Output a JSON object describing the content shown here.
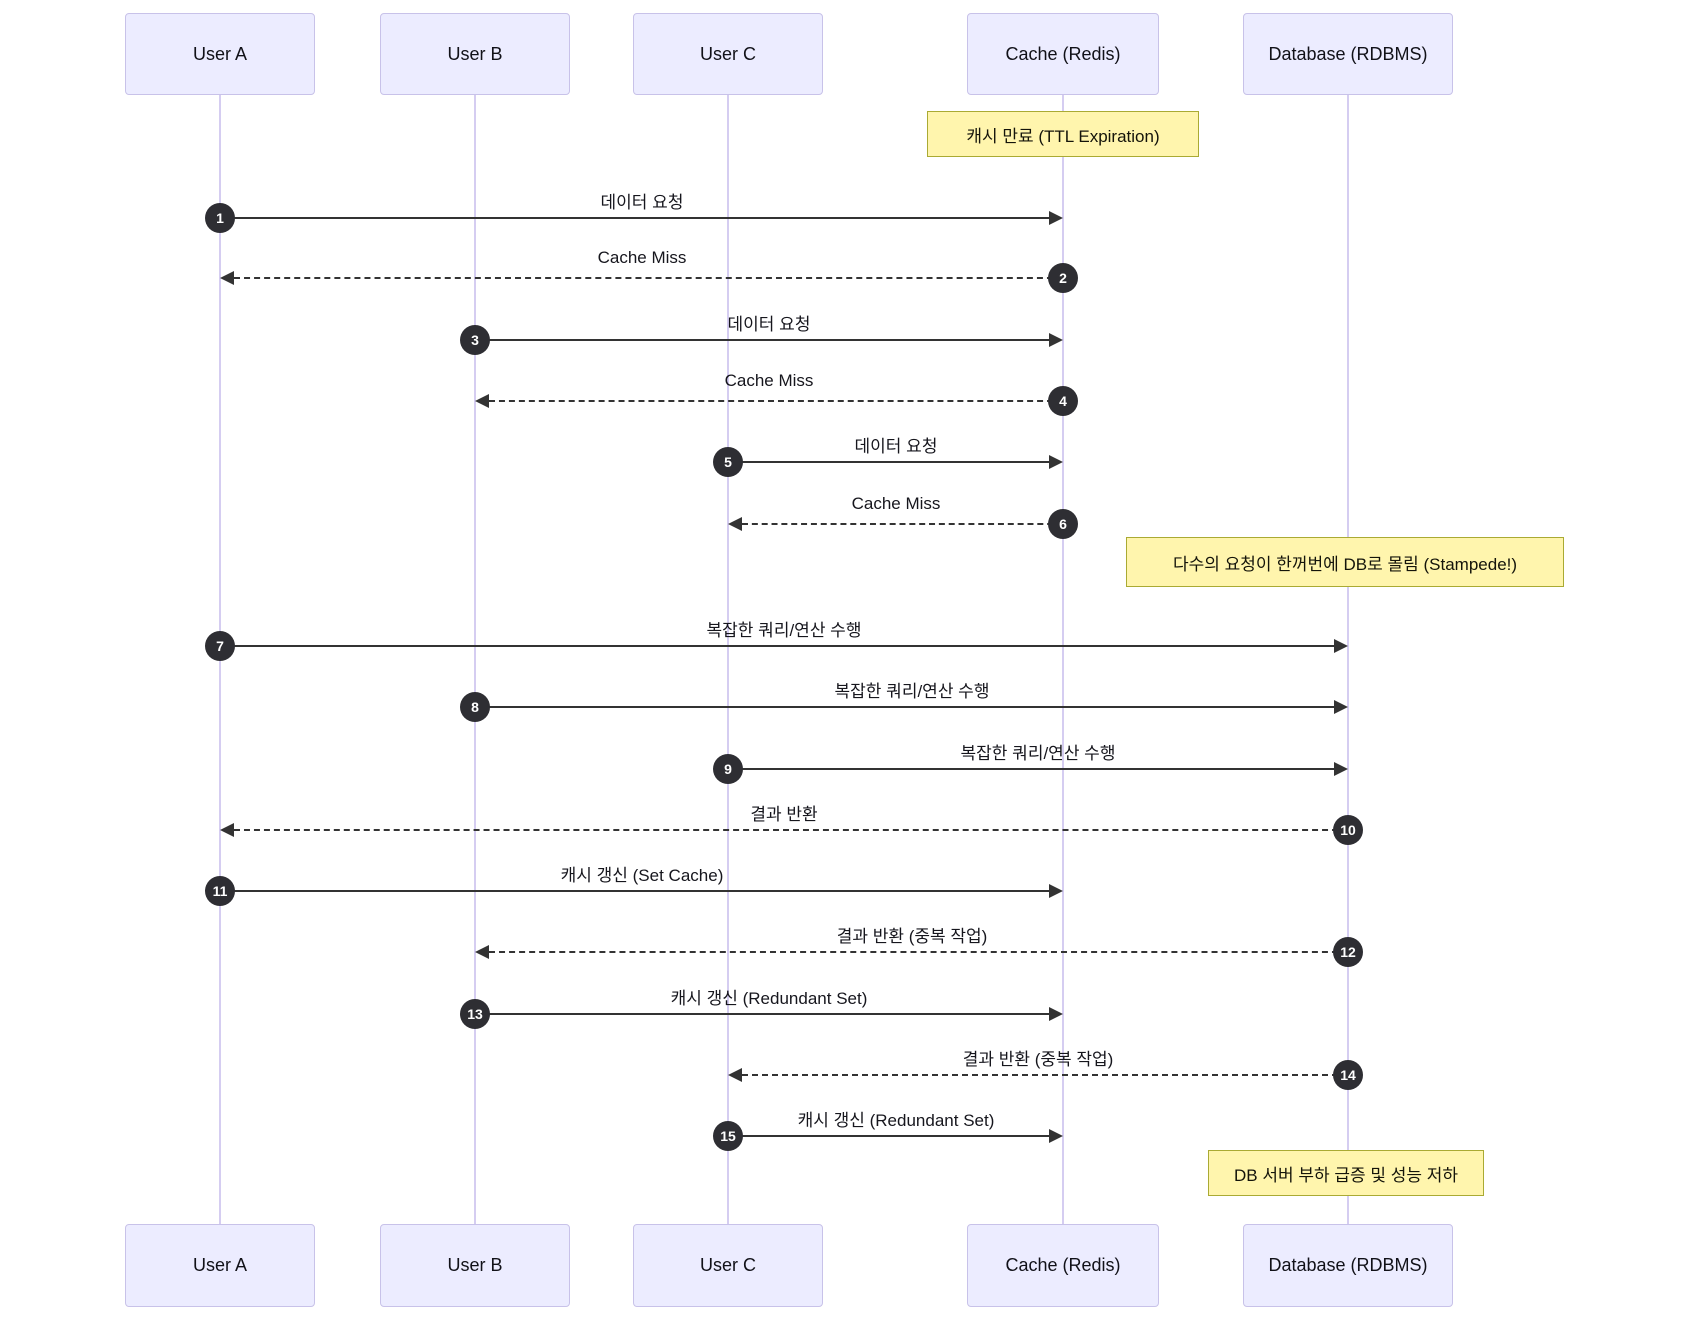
{
  "diagram": {
    "type": "sequence-diagram",
    "topic": "cache-stampede",
    "participants": [
      {
        "name": "User A"
      },
      {
        "name": "User B"
      },
      {
        "name": "User C"
      },
      {
        "name": "Cache (Redis)"
      },
      {
        "name": "Database (RDBMS)"
      }
    ],
    "notes": [
      {
        "text": "캐시 만료 (TTL Expiration)",
        "over": "Cache (Redis)"
      },
      {
        "text": "다수의 요청이 한꺼번에 DB로 몰림 (Stampede!)",
        "over": "Database (RDBMS)"
      },
      {
        "text": "DB 서버 부하 급증 및 성능 저하",
        "over": "Database (RDBMS)"
      }
    ],
    "messages": [
      {
        "num": "1",
        "from": "User A",
        "to": "Cache (Redis)",
        "style": "solid",
        "label": "데이터 요청"
      },
      {
        "num": "2",
        "from": "Cache (Redis)",
        "to": "User A",
        "style": "dashed",
        "label": "Cache Miss"
      },
      {
        "num": "3",
        "from": "User B",
        "to": "Cache (Redis)",
        "style": "solid",
        "label": "데이터 요청"
      },
      {
        "num": "4",
        "from": "Cache (Redis)",
        "to": "User B",
        "style": "dashed",
        "label": "Cache Miss"
      },
      {
        "num": "5",
        "from": "User C",
        "to": "Cache (Redis)",
        "style": "solid",
        "label": "데이터 요청"
      },
      {
        "num": "6",
        "from": "Cache (Redis)",
        "to": "User C",
        "style": "dashed",
        "label": "Cache Miss"
      },
      {
        "num": "7",
        "from": "User A",
        "to": "Database (RDBMS)",
        "style": "solid",
        "label": "복잡한 쿼리/연산 수행"
      },
      {
        "num": "8",
        "from": "User B",
        "to": "Database (RDBMS)",
        "style": "solid",
        "label": "복잡한 쿼리/연산 수행"
      },
      {
        "num": "9",
        "from": "User C",
        "to": "Database (RDBMS)",
        "style": "solid",
        "label": "복잡한 쿼리/연산 수행"
      },
      {
        "num": "10",
        "from": "Database (RDBMS)",
        "to": "User A",
        "style": "dashed",
        "label": "결과 반환"
      },
      {
        "num": "11",
        "from": "User A",
        "to": "Cache (Redis)",
        "style": "solid",
        "label": "캐시 갱신 (Set Cache)"
      },
      {
        "num": "12",
        "from": "Database (RDBMS)",
        "to": "User B",
        "style": "dashed",
        "label": "결과 반환 (중복 작업)"
      },
      {
        "num": "13",
        "from": "User B",
        "to": "Cache (Redis)",
        "style": "solid",
        "label": "캐시 갱신 (Redundant Set)"
      },
      {
        "num": "14",
        "from": "Database (RDBMS)",
        "to": "User C",
        "style": "dashed",
        "label": "결과 반환 (중복 작업)"
      },
      {
        "num": "15",
        "from": "User C",
        "to": "Cache (Redis)",
        "style": "solid",
        "label": "캐시 갱신 (Redundant Set)"
      }
    ],
    "colors": {
      "actor_fill": "#ECECFF",
      "actor_border": "#c8c2e9",
      "lifeline": "#d5cdf1",
      "note_fill": "#FFF5AD",
      "note_border": "#AAAA33",
      "message_line": "#333333",
      "number_badge_fill": "#2e2e33",
      "number_badge_text": "#ffffff"
    }
  }
}
